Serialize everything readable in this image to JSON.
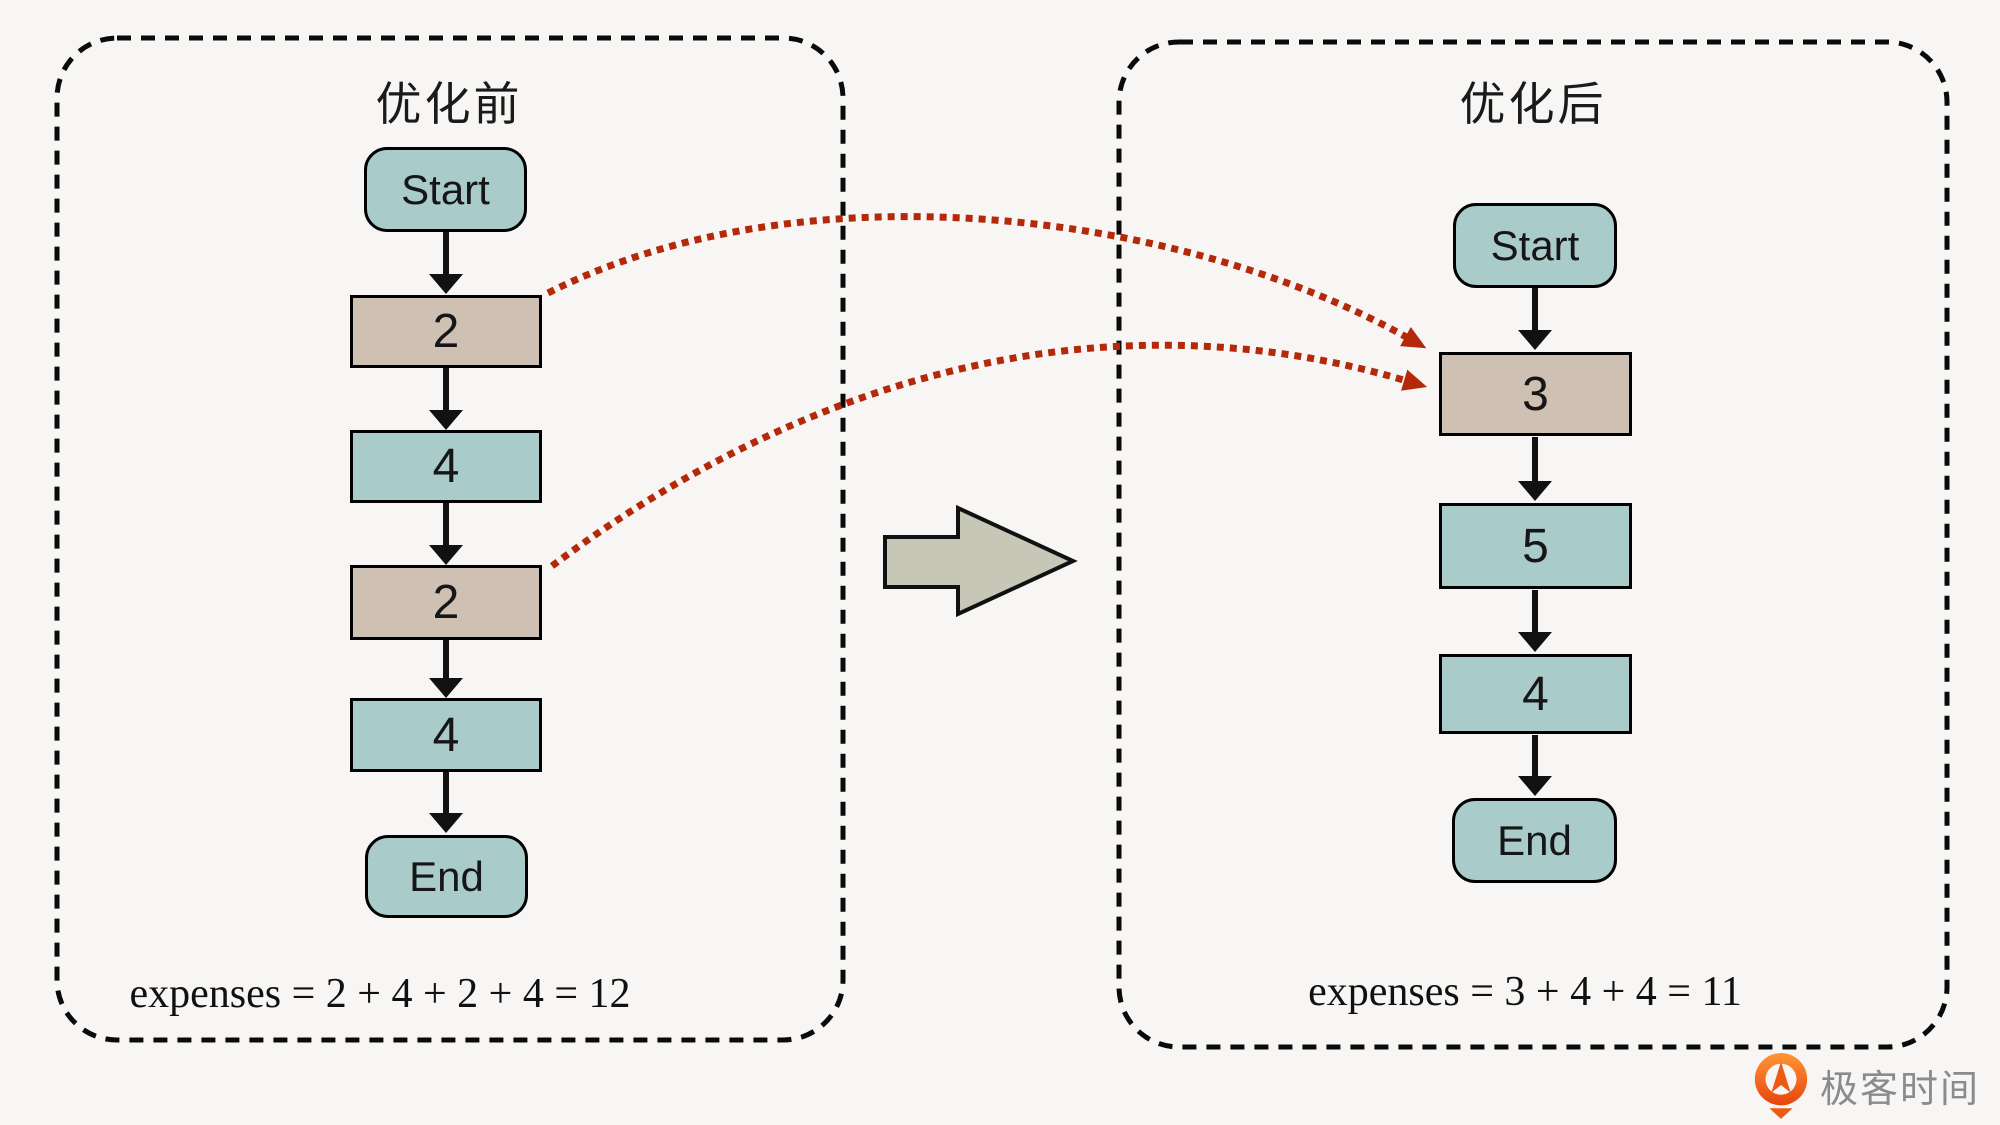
{
  "page": {
    "background": "#f7f6f4"
  },
  "palette": {
    "node_teal": "#a9cbca",
    "node_tan": "#cec0b2",
    "merge_arrow_red": "#b5290b",
    "block_arrow_gray": "#c6c7b7",
    "line_black": "#111111",
    "logo_orange": "#ee5a13",
    "logo_text_gray": "#8b8b8e"
  },
  "before_panel": {
    "title": "优化前",
    "nodes": [
      {
        "label": "Start"
      },
      {
        "label": "2"
      },
      {
        "label": "4"
      },
      {
        "label": "2"
      },
      {
        "label": "4"
      },
      {
        "label": "End"
      }
    ],
    "expenses_formula": "expenses = 2 + 4 + 2 + 4 = 12"
  },
  "after_panel": {
    "title": "优化后",
    "nodes": [
      {
        "label": "Start"
      },
      {
        "label": "3"
      },
      {
        "label": "5"
      },
      {
        "label": "4"
      },
      {
        "label": "End"
      }
    ],
    "expenses_formula": "expenses = 3 + 4 + 4 = 11"
  },
  "watermark": {
    "brand": "极客时间"
  }
}
